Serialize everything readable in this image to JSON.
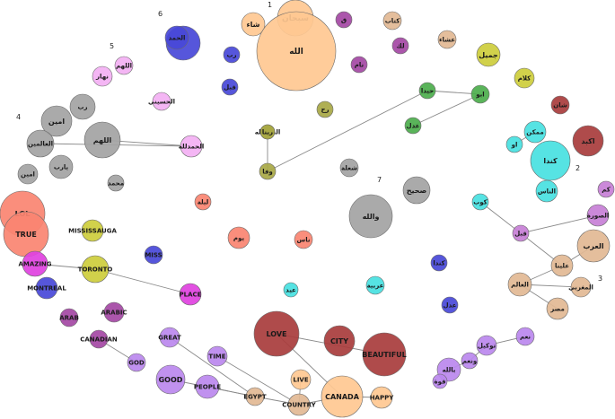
{
  "colors": {
    "orange": "#ffc891",
    "maroon": "#a83c3c",
    "purple": "#bb88ee",
    "tan": "#e2b994",
    "gray": "#a3a3a3",
    "salmon": "#fa8471",
    "olive": "#cdcd3c",
    "green": "#4cae4c",
    "cyan": "#48e1e1",
    "blue": "#4848d8",
    "violet": "#a448a4",
    "pink": "#f3b0f3",
    "magenta": "#e041e0",
    "khaki": "#a8a845",
    "lilac": "#c77fd6",
    "edge": "#8a8a8a"
  },
  "group_labels": [
    "1",
    "2",
    "3",
    "4",
    "5",
    "6",
    "7"
  ],
  "nodes": [
    {
      "label": "سبحان",
      "color": "orange"
    },
    {
      "label": "شاء",
      "color": "orange"
    },
    {
      "label": "الله",
      "color": "orange"
    },
    {
      "label": "",
      "color": "blue"
    },
    {
      "label": "الحمد",
      "color": "blue"
    },
    {
      "label": "ق",
      "color": "violet"
    },
    {
      "label": "كتاب",
      "color": "tan"
    },
    {
      "label": "عشاء",
      "color": "tan"
    },
    {
      "label": "لك",
      "color": "violet"
    },
    {
      "label": "جميل",
      "color": "olive"
    },
    {
      "label": "كلام",
      "color": "olive"
    },
    {
      "label": "اللهم",
      "color": "pink"
    },
    {
      "label": "نهار",
      "color": "pink"
    },
    {
      "label": "رب",
      "color": "blue"
    },
    {
      "label": "نام",
      "color": "violet"
    },
    {
      "label": "الحمدلله",
      "color": "pink"
    },
    {
      "label": "الحسيني",
      "color": "pink"
    },
    {
      "label": "قبل",
      "color": "blue"
    },
    {
      "label": "رب",
      "color": "gray"
    },
    {
      "label": "امين",
      "color": "gray"
    },
    {
      "label": "اللهم",
      "color": "gray"
    },
    {
      "label": "العالمين",
      "color": "gray"
    },
    {
      "label": "الحمدلله",
      "color": "khaki"
    },
    {
      "label": "ربنا",
      "color": "khaki"
    },
    {
      "label": "رح",
      "color": "khaki"
    },
    {
      "label": "وفا",
      "color": "khaki"
    },
    {
      "label": "حيدا",
      "color": "green"
    },
    {
      "label": "ابو",
      "color": "green"
    },
    {
      "label": "عدل",
      "color": "green"
    },
    {
      "label": "شان",
      "color": "maroon"
    },
    {
      "label": "اكبد",
      "color": "maroon"
    },
    {
      "label": "ممكن",
      "color": "cyan"
    },
    {
      "label": "او",
      "color": "cyan"
    },
    {
      "label": "كندا",
      "color": "cyan"
    },
    {
      "label": "الناس",
      "color": "cyan"
    },
    {
      "label": "يارب",
      "color": "gray"
    },
    {
      "label": "محمد",
      "color": "gray"
    },
    {
      "label": "امين",
      "color": "gray"
    },
    {
      "label": "شعلة",
      "color": "gray"
    },
    {
      "label": "صحيح",
      "color": "gray"
    },
    {
      "label": "والله",
      "color": "gray"
    },
    {
      "label": "LOL",
      "color": "salmon"
    },
    {
      "label": "TRUE",
      "color": "salmon"
    },
    {
      "label": "ليلة",
      "color": "salmon"
    },
    {
      "label": "يوم",
      "color": "salmon"
    },
    {
      "label": "ناس",
      "color": "salmon"
    },
    {
      "label": "MISSISSAUGA",
      "color": "olive"
    },
    {
      "label": "TORONTO",
      "color": "olive"
    },
    {
      "label": "AMAZING",
      "color": "magenta"
    },
    {
      "label": "PLACE",
      "color": "magenta"
    },
    {
      "label": "MISS",
      "color": "blue"
    },
    {
      "label": "MONTREAL",
      "color": "blue"
    },
    {
      "label": "ARAB",
      "color": "violet"
    },
    {
      "label": "ARABIC",
      "color": "violet"
    },
    {
      "label": "CANADIAN",
      "color": "violet"
    },
    {
      "label": "GREAT",
      "color": "purple"
    },
    {
      "label": "GOD",
      "color": "purple"
    },
    {
      "label": "GOOD",
      "color": "purple"
    },
    {
      "label": "PEOPLE",
      "color": "purple"
    },
    {
      "label": "TIME",
      "color": "purple"
    },
    {
      "label": "EGYPT",
      "color": "tan"
    },
    {
      "label": "COUNTRY",
      "color": "tan"
    },
    {
      "label": "LOVE",
      "color": "maroon"
    },
    {
      "label": "CITY",
      "color": "maroon"
    },
    {
      "label": "BEAUTIFUL",
      "color": "maroon"
    },
    {
      "label": "LIVE",
      "color": "orange"
    },
    {
      "label": "CANADA",
      "color": "orange"
    },
    {
      "label": "HAPPY",
      "color": "orange"
    },
    {
      "label": "عيد",
      "color": "cyan"
    },
    {
      "label": "عربية",
      "color": "cyan"
    },
    {
      "label": "كندا",
      "color": "blue"
    },
    {
      "label": "عدل",
      "color": "blue"
    },
    {
      "label": "كوب",
      "color": "cyan"
    },
    {
      "label": "كم",
      "color": "lilac"
    },
    {
      "label": "الصورة",
      "color": "lilac"
    },
    {
      "label": "قبل",
      "color": "lilac"
    },
    {
      "label": "العرب",
      "color": "tan"
    },
    {
      "label": "علينا",
      "color": "tan"
    },
    {
      "label": "العالم",
      "color": "tan"
    },
    {
      "label": "المغربي",
      "color": "tan"
    },
    {
      "label": "مصر",
      "color": "tan"
    },
    {
      "label": "نعم",
      "color": "purple"
    },
    {
      "label": "توكيل",
      "color": "purple"
    },
    {
      "label": "ونعم",
      "color": "purple"
    },
    {
      "label": "بالله",
      "color": "purple"
    },
    {
      "label": "قوة",
      "color": "purple"
    }
  ]
}
